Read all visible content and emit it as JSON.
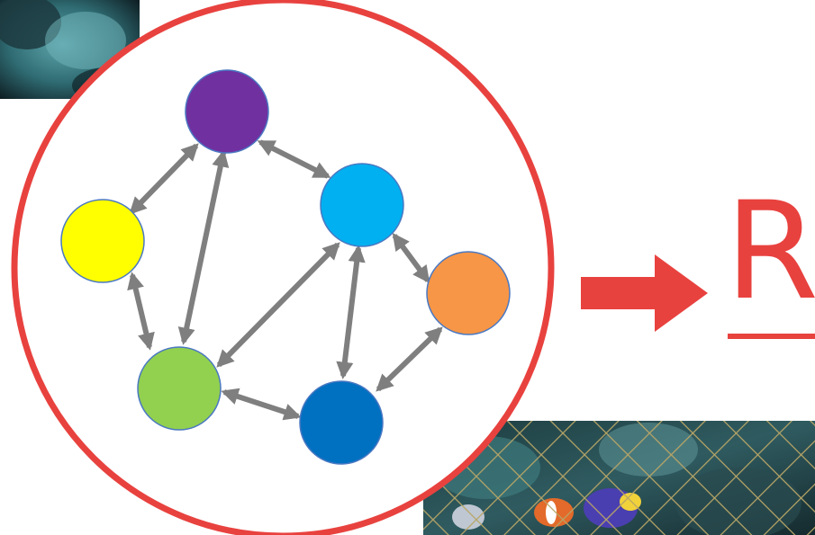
{
  "colors": {
    "accent_red": "#e8423f",
    "arrow_gray": "#7f7f7f",
    "node_outline": "#4a78c2",
    "photo_dark": "#0e1f24",
    "photo_teal": "#2f6b72",
    "net_gold": "#b8a566"
  },
  "graph": {
    "nodes": [
      {
        "id": "purple",
        "color": "#7030a0"
      },
      {
        "id": "yellow",
        "color": "#ffff00"
      },
      {
        "id": "light-blue",
        "color": "#00b0f0"
      },
      {
        "id": "orange",
        "color": "#f79646"
      },
      {
        "id": "green",
        "color": "#92d050"
      },
      {
        "id": "dark-blue",
        "color": "#0070c0"
      }
    ],
    "edges": [
      [
        "purple",
        "yellow"
      ],
      [
        "purple",
        "light-blue"
      ],
      [
        "purple",
        "green"
      ],
      [
        "yellow",
        "green"
      ],
      [
        "light-blue",
        "green"
      ],
      [
        "light-blue",
        "dark-blue"
      ],
      [
        "light-blue",
        "orange"
      ],
      [
        "green",
        "dark-blue"
      ],
      [
        "dark-blue",
        "orange"
      ]
    ]
  },
  "cut_text": "R"
}
